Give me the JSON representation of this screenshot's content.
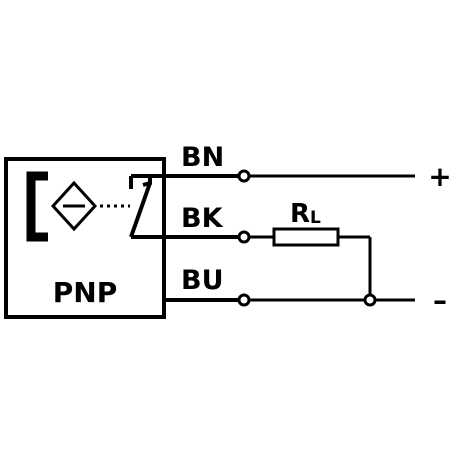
{
  "sensor": {
    "type_label": "PNP"
  },
  "wires": [
    {
      "code": "BN",
      "terminal": "+"
    },
    {
      "code": "BK",
      "terminal": ""
    },
    {
      "code": "BU",
      "terminal": "–"
    }
  ],
  "load": {
    "label_main": "R",
    "label_sub": "L"
  },
  "colors": {
    "line": "#000000",
    "background": "#ffffff"
  }
}
